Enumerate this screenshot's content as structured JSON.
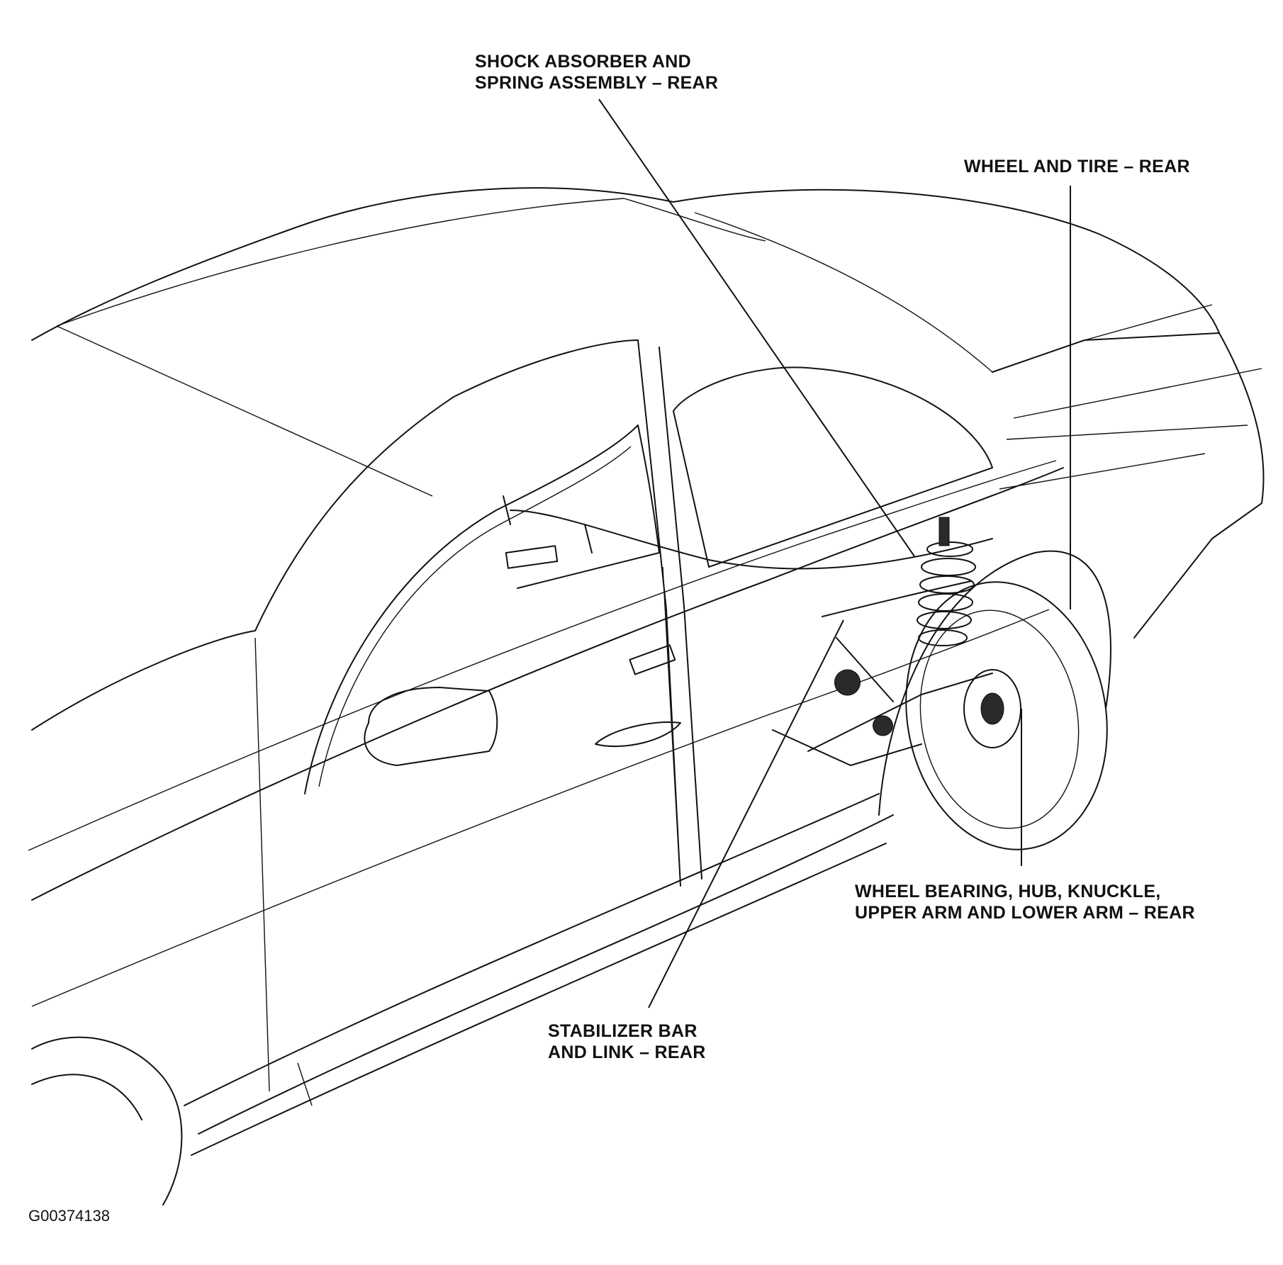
{
  "diagram": {
    "callouts": [
      {
        "id": "shock",
        "lines": [
          "SHOCK ABSORBER AND",
          "SPRING ASSEMBLY – REAR"
        ]
      },
      {
        "id": "wheel_tire",
        "lines": [
          "WHEEL AND TIRE – REAR"
        ]
      },
      {
        "id": "bearing",
        "lines": [
          "WHEEL BEARING, HUB, KNUCKLE,",
          "UPPER ARM AND LOWER ARM – REAR"
        ]
      },
      {
        "id": "stabilizer",
        "lines": [
          "STABILIZER BAR",
          "AND LINK – REAR"
        ]
      }
    ],
    "figure_id": "G00374138"
  }
}
